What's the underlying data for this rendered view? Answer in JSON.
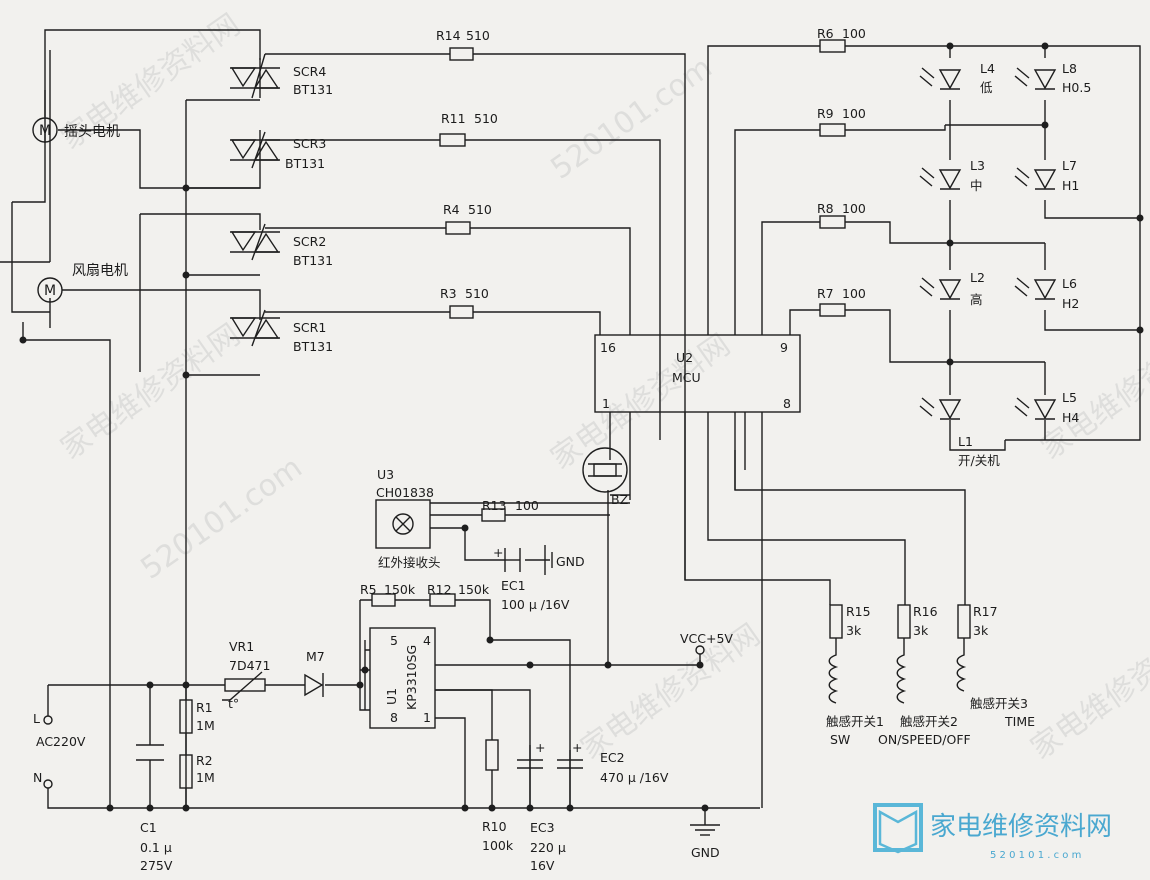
{
  "triacs": [
    {
      "ref": "SCR4",
      "part": "BT131"
    },
    {
      "ref": "SCR3",
      "part": "BT131"
    },
    {
      "ref": "SCR2",
      "part": "BT131"
    },
    {
      "ref": "SCR1",
      "part": "BT131"
    }
  ],
  "gate_resistors": [
    {
      "ref": "R14",
      "value": "510"
    },
    {
      "ref": "R11",
      "value": "510"
    },
    {
      "ref": "R4",
      "value": "510"
    },
    {
      "ref": "R3",
      "value": "510"
    }
  ],
  "motors": {
    "motor_symbol": "M",
    "swing": "摇头电机",
    "fan": "风扇电机"
  },
  "led_resistors": [
    {
      "ref": "R6",
      "value": "100"
    },
    {
      "ref": "R9",
      "value": "100"
    },
    {
      "ref": "R8",
      "value": "100"
    },
    {
      "ref": "R7",
      "value": "100"
    }
  ],
  "leds": {
    "L4": {
      "ref": "L4",
      "label": "低"
    },
    "L3": {
      "ref": "L3",
      "label": "中"
    },
    "L2": {
      "ref": "L2",
      "label": "高"
    },
    "L1": {
      "ref": "L1",
      "label": "开/关机"
    },
    "L8": {
      "ref": "L8",
      "label": "H0.5"
    },
    "L7": {
      "ref": "L7",
      "label": "H1"
    },
    "L6": {
      "ref": "L6",
      "label": "H2"
    },
    "L5": {
      "ref": "L5",
      "label": "H4"
    }
  },
  "mcu": {
    "ref": "U2",
    "name": "MCU",
    "pin16": "16",
    "pin9": "9",
    "pin1": "1",
    "pin8": "8"
  },
  "buzzer": {
    "ref": "BZ"
  },
  "ir": {
    "ref": "U3",
    "part": "CH01838",
    "desc": "红外接收头"
  },
  "r13": {
    "ref": "R13",
    "value": "100"
  },
  "ec1": {
    "ref": "EC1",
    "value": "100 µ /16V"
  },
  "gnd_small": "GND",
  "r5": {
    "ref": "R5",
    "value": "150k"
  },
  "r12": {
    "ref": "R12",
    "value": "150k"
  },
  "u1": {
    "ref": "U1",
    "part": "KP3310SG",
    "pin5": "5",
    "pin4": "4",
    "pin8": "8",
    "pin1": "1"
  },
  "vcc": "VCC+5V",
  "vr1": {
    "ref": "VR1",
    "part": "7D471",
    "symbol": "t°"
  },
  "m7": "M7",
  "power": {
    "l": "L",
    "n": "N",
    "ac": "AC220V"
  },
  "r1": {
    "ref": "R1",
    "value": "1M"
  },
  "r2": {
    "ref": "R2",
    "value": "1M"
  },
  "c1": {
    "ref": "C1",
    "v1": "0.1 µ",
    "v2": "275V"
  },
  "r10": {
    "ref": "R10",
    "value": "100k"
  },
  "ec3": {
    "ref": "EC3",
    "v1": "220 µ",
    "v2": "16V"
  },
  "ec2": {
    "ref": "EC2",
    "value": "470 µ /16V"
  },
  "gnd": "GND",
  "touch_resistors": [
    {
      "ref": "R15",
      "value": "3k"
    },
    {
      "ref": "R16",
      "value": "3k"
    },
    {
      "ref": "R17",
      "value": "3k"
    }
  ],
  "touch": [
    {
      "name": "触感开关1",
      "func": "SW"
    },
    {
      "name": "触感开关2",
      "func": "ON/SPEED/OFF"
    },
    {
      "name": "触感开关3",
      "func": "TIME"
    }
  ],
  "logo": {
    "cn": "家电维修资料网",
    "url": "5 2 0 1 0 1 . c o m"
  },
  "watermarks": [
    "家电维修资料网",
    "520101.com"
  ]
}
